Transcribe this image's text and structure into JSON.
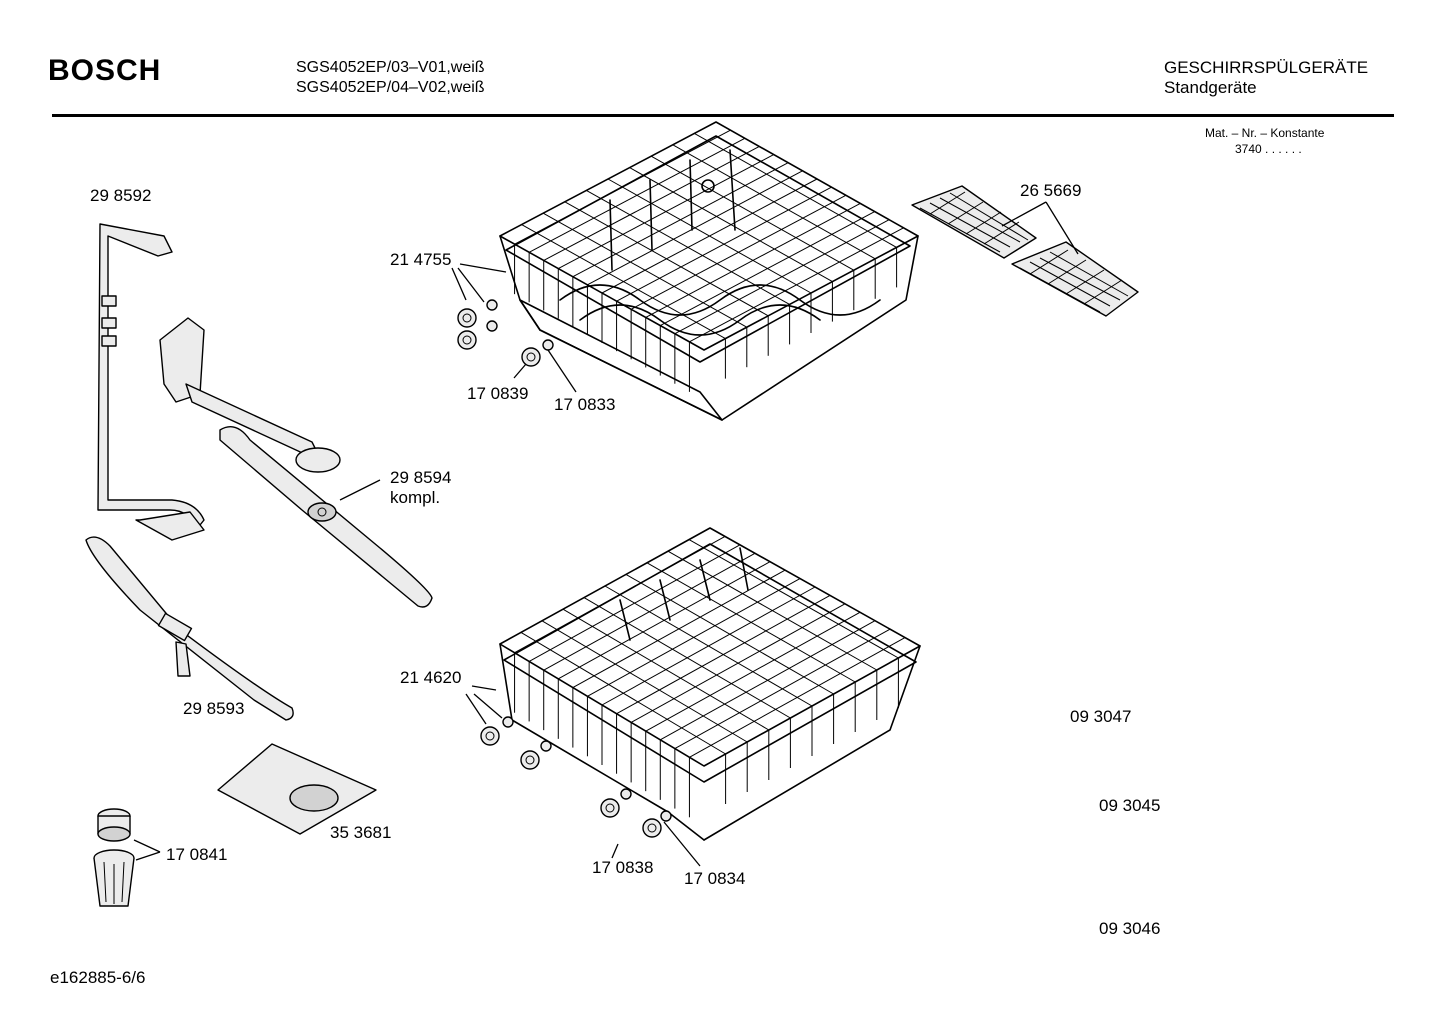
{
  "header": {
    "brand": "BOSCH",
    "model_lines": [
      "SGS4052EP/03–V01,weiß",
      "SGS4052EP/04–V02,weiß"
    ],
    "category": "GESCHIRRSPÜLGERÄTE",
    "subcategory": "Standgeräte"
  },
  "mat_nr": {
    "label": "Mat. – Nr. – Konstante",
    "value": "3740",
    "dots": ".  .    .  .  .  ."
  },
  "parts": {
    "p298592": "29 8592",
    "p214755": "21 4755",
    "p170839": "17 0839",
    "p170833": "17 0833",
    "p265669": "26 5669",
    "p298594": "29 8594",
    "p298594_note": "kompl.",
    "p298593": "29 8593",
    "p214620": "21 4620",
    "p353681": "35 3681",
    "p170841": "17 0841",
    "p170838": "17 0838",
    "p170834": "17 0834",
    "p093047": "09 3047",
    "p093045": "09 3045",
    "p093046": "09 3046"
  },
  "footer": {
    "drawing_id": "e162885-6/6"
  }
}
